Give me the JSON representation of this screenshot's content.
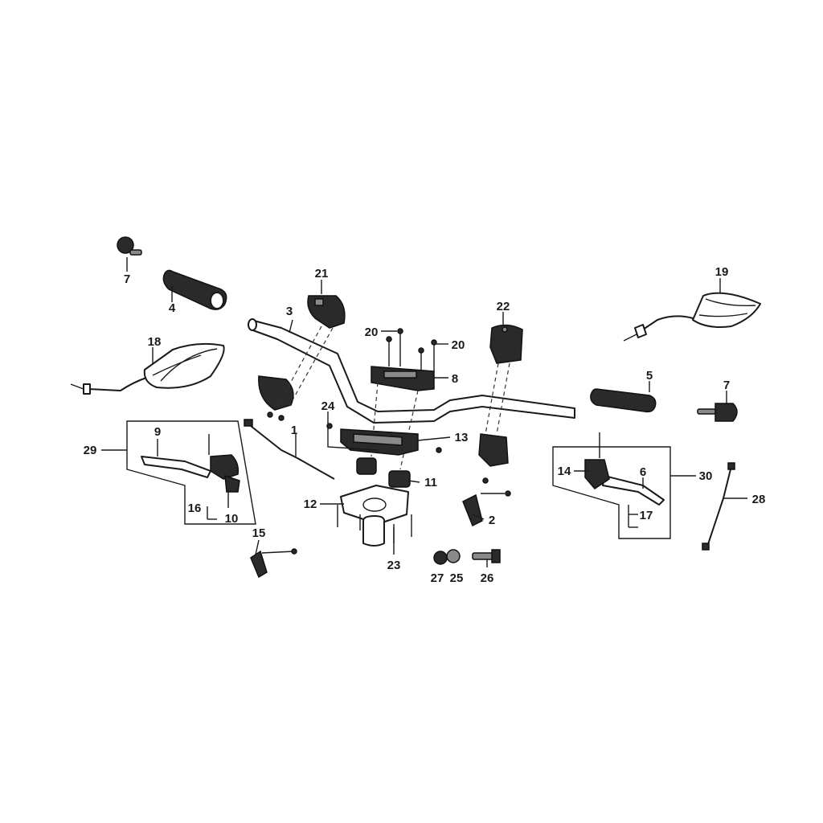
{
  "callouts": {
    "c1": "1",
    "c2": "2",
    "c3": "3",
    "c4": "4",
    "c5": "5",
    "c6": "6",
    "c7a": "7",
    "c7b": "7",
    "c8": "8",
    "c9": "9",
    "c10": "10",
    "c11": "11",
    "c12": "12",
    "c13": "13",
    "c14": "14",
    "c15": "15",
    "c16": "16",
    "c17": "17",
    "c18": "18",
    "c19": "19",
    "c20a": "20",
    "c20b": "20",
    "c21": "21",
    "c22": "22",
    "c23": "23",
    "c24": "24",
    "c25": "25",
    "c26": "26",
    "c27": "27",
    "c28": "28",
    "c29": "29",
    "c30": "30"
  },
  "colors": {
    "ink": "#1a1a1a",
    "rubber": "#2a2a2a",
    "metal": "#8a8a8a",
    "background": "#ffffff"
  }
}
